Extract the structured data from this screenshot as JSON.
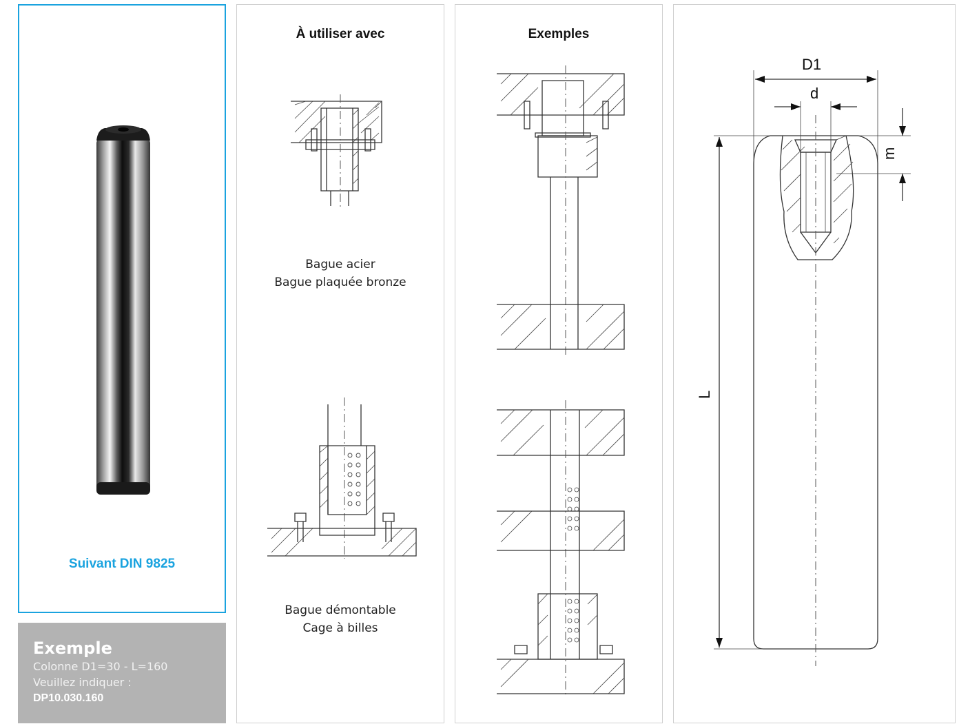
{
  "product": {
    "standard": "Suivant DIN 9825"
  },
  "example": {
    "title": "Exemple",
    "line1": "Colonne D1=30 - L=160",
    "line2": "Veuillez indiquer :",
    "reference": "DP10.030.160"
  },
  "use_with": {
    "title": "À utiliser avec",
    "caption1": [
      "Bague acier",
      "Bague plaquée bronze"
    ],
    "caption2": [
      "Bague démontable",
      "Cage à billes"
    ]
  },
  "examples": {
    "title": "Exemples"
  },
  "drawing": {
    "labels": {
      "d1": "D1",
      "d": "d",
      "m": "m",
      "l": "L"
    }
  }
}
